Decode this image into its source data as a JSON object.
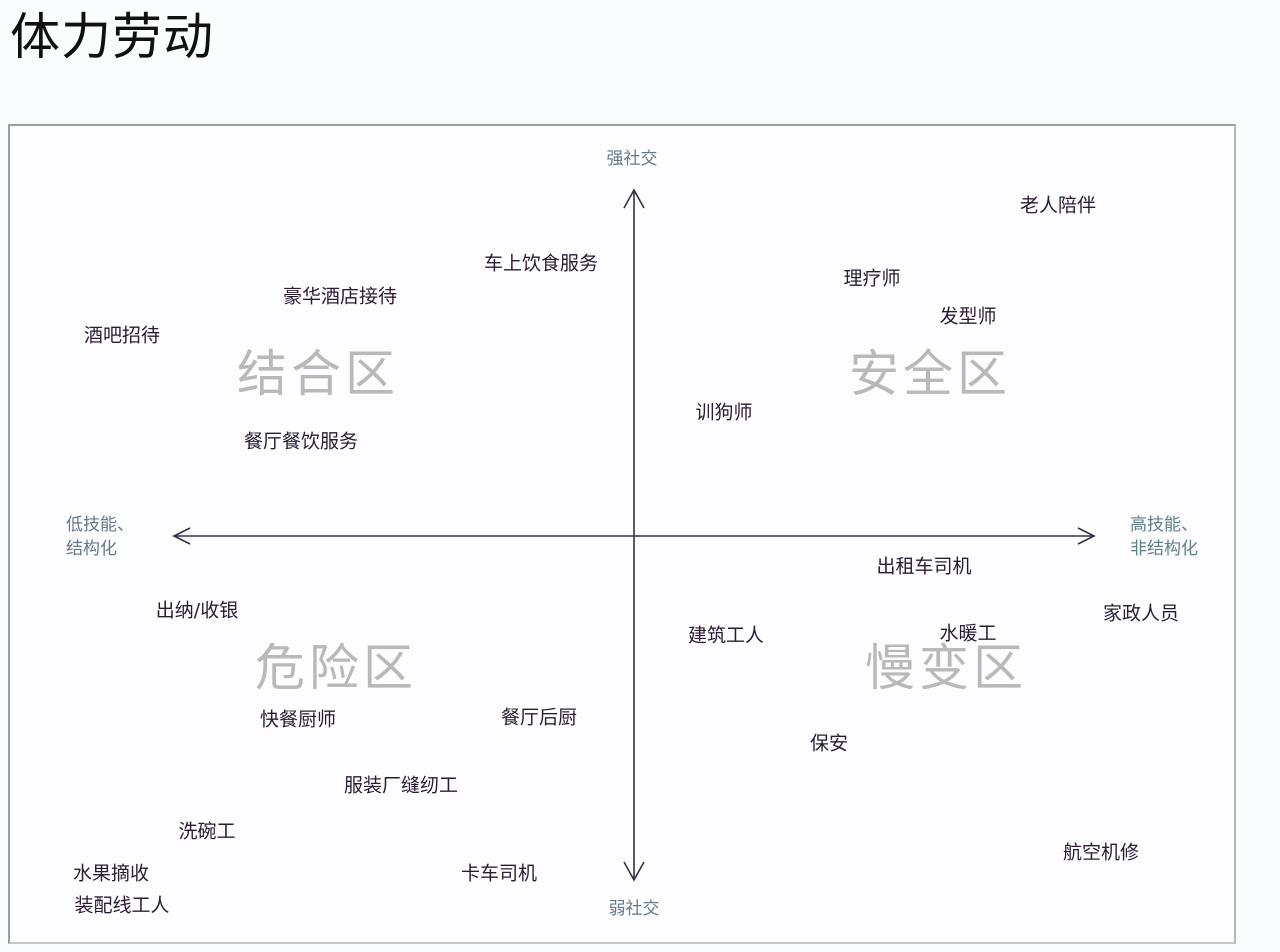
{
  "title": "体力劳动",
  "axes": {
    "top": "强社交",
    "bottom": "弱社交",
    "left_line1": "低技能、",
    "left_line2": "结构化",
    "right_line1": "高技能、",
    "right_line2": "非结构化"
  },
  "zones": {
    "top_left": "结合区",
    "top_right": "安全区",
    "bottom_left": "危险区",
    "bottom_right": "慢变区"
  },
  "jobs": {
    "j1": "老人陪伴",
    "j2": "车上饮食服务",
    "j3": "豪华酒店接待",
    "j4": "理疗师",
    "j5": "酒吧招待",
    "j6": "发型师",
    "j7": "训狗师",
    "j8": "餐厅餐饮服务",
    "j9": "出租车司机",
    "j10": "出纳/收银",
    "j11": "家政人员",
    "j12": "建筑工人",
    "j13": "水暖工",
    "j14": "快餐厨师",
    "j15": "餐厅后厨",
    "j16": "保安",
    "j17": "服装厂缝纫工",
    "j18": "洗碗工",
    "j19": "航空机修",
    "j20": "水果摘收",
    "j21": "卡车司机",
    "j22": "装配线工人"
  },
  "colors": {
    "axis_line": "#3a2f44",
    "job_text": "#2a1b33",
    "zone_text": "#b9b9bd",
    "axis_label_text": "#66788a"
  }
}
